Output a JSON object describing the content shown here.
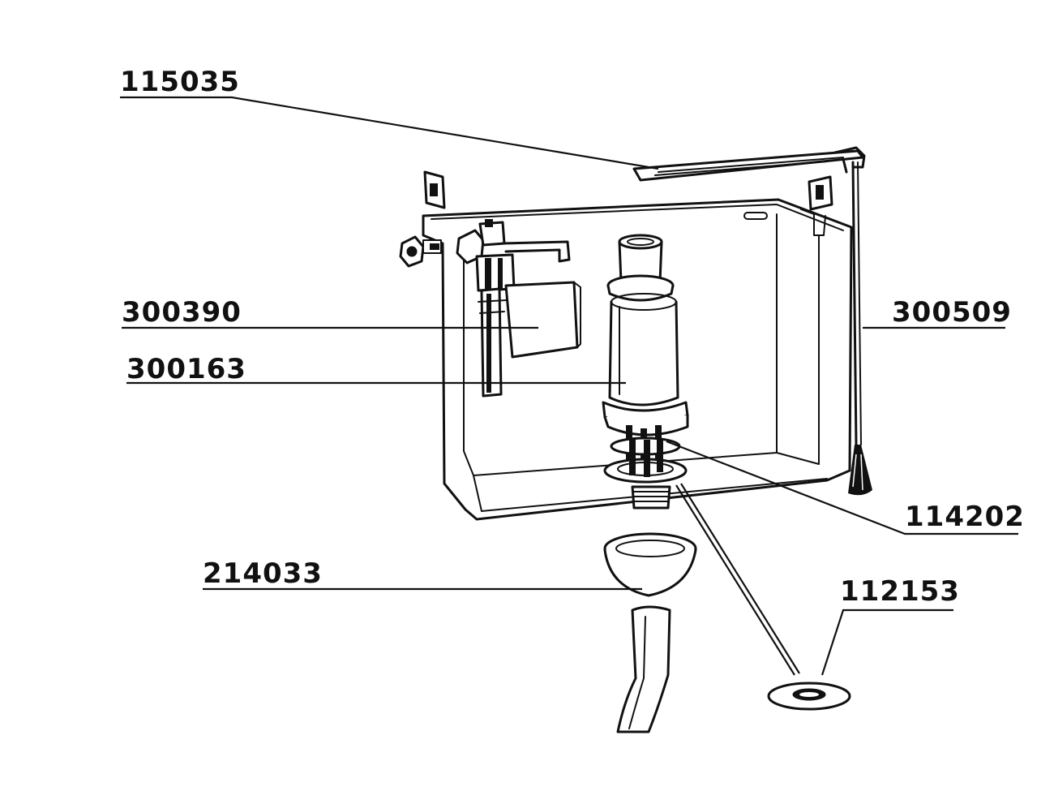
{
  "labels": {
    "lever_arm": "115035",
    "fill_valve": "300390",
    "flush_valve": "300163",
    "pull_chain": "300509",
    "flush_seal": "114202",
    "cone_connector": "214033",
    "washer": "112153"
  },
  "colors": {
    "ink": "#111111",
    "paper": "#ffffff"
  }
}
